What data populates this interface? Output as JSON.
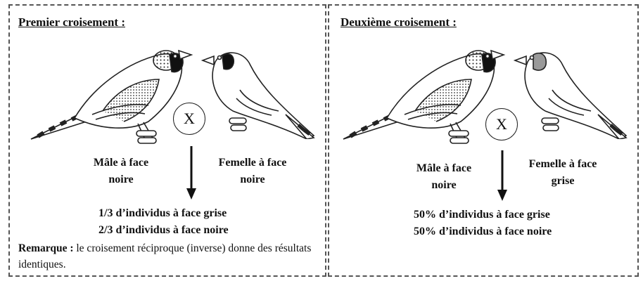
{
  "panels": [
    {
      "title": "Premier croisement :",
      "cross_symbol": "X",
      "left_label": "Mâle à face noire",
      "right_label": "Femelle à face noire",
      "results": [
        "1/3 d’individus à face grise",
        "2/3 d’individus à face noire"
      ],
      "remark_label": "Remarque :",
      "remark_text": " le croisement réciproque (inverse) donne des résultats identiques."
    },
    {
      "title": "Deuxième croisement :",
      "cross_symbol": "X",
      "left_label": "Mâle à face noire",
      "right_label": "Femelle à face grise",
      "results": [
        "50% d’individus à face grise",
        "50% d’individus à face noire"
      ]
    }
  ],
  "colors": {
    "line": "#222222",
    "face_black": "#111111",
    "face_grey": "#9a9a9a"
  }
}
